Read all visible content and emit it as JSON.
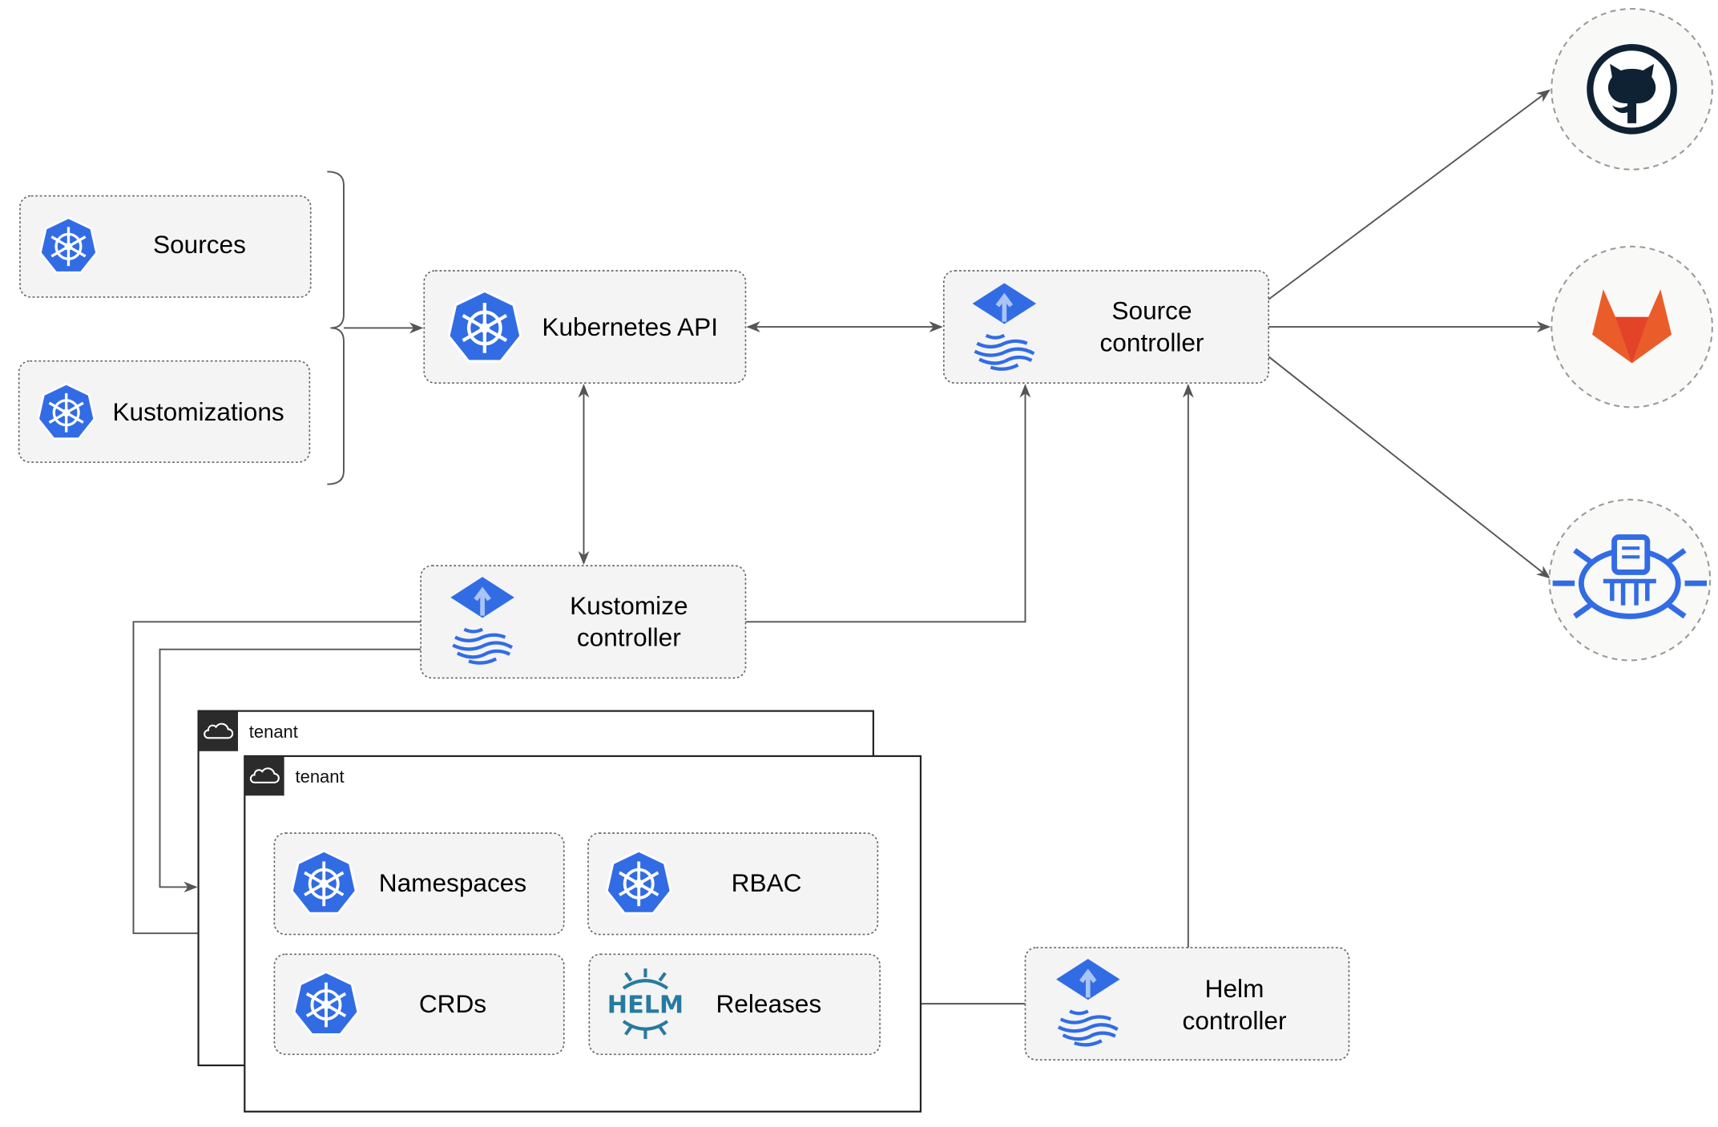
{
  "nodes": {
    "sources": "Sources",
    "kustomizations": "Kustomizations",
    "kubernetes_api": "Kubernetes API",
    "source_controller": [
      "Source",
      "controller"
    ],
    "kustomize_controller": [
      "Kustomize",
      "controller"
    ],
    "helm_controller": [
      "Helm",
      "controller"
    ],
    "namespaces": "Namespaces",
    "rbac": "RBAC",
    "crds": "CRDs",
    "releases": "Releases",
    "helm_logo_text": "HELM"
  },
  "tenants": [
    "tenant",
    "tenant"
  ],
  "external_sources": [
    "github-icon",
    "gitlab-icon",
    "bucket-icon"
  ],
  "colors": {
    "kubernetes_blue": "#326ce5",
    "helm_blue": "#277a9f",
    "github_dark": "#0f2233",
    "gitlab_orange": "#e8552a",
    "gitlab_yellow": "#f9a132"
  }
}
